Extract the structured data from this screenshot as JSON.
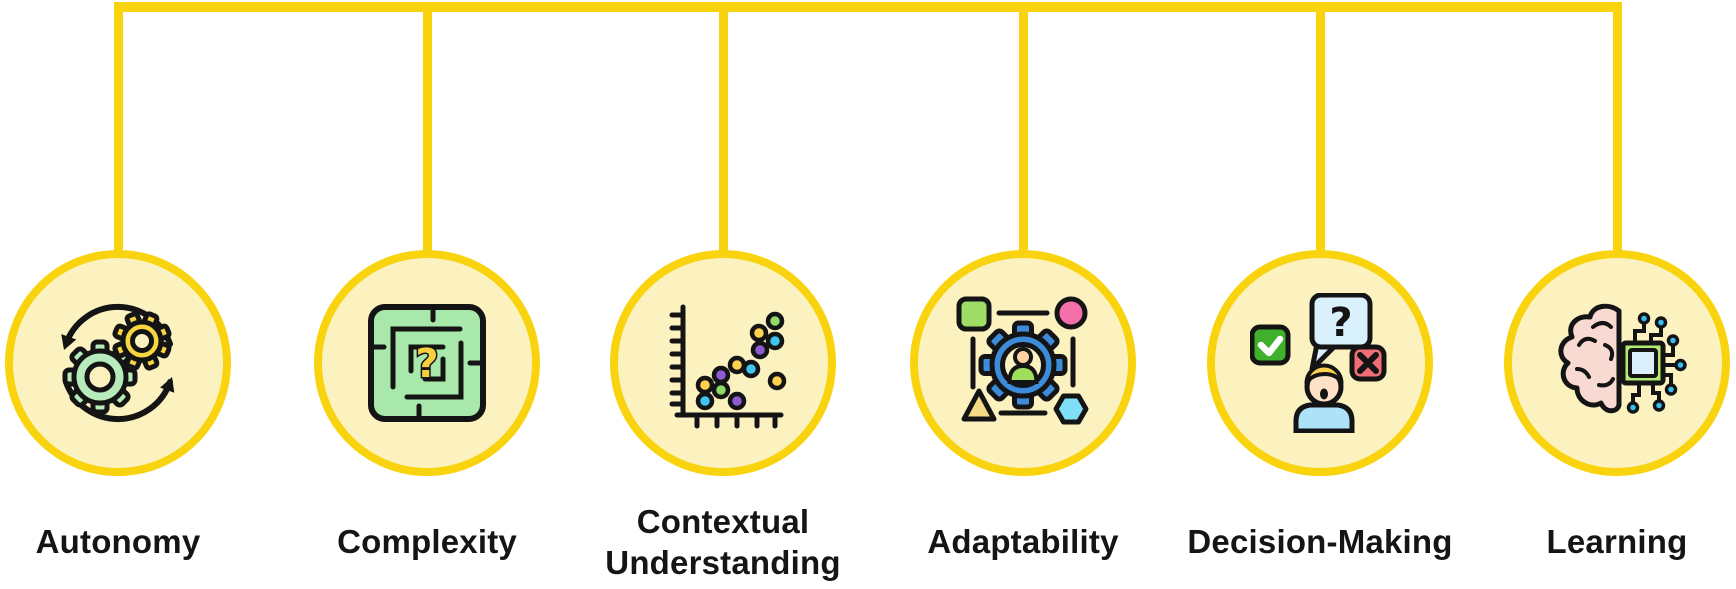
{
  "nodes": [
    {
      "label": "Autonomy",
      "icon": "cycle-gears-icon"
    },
    {
      "label": "Complexity",
      "icon": "maze-question-icon"
    },
    {
      "label": "Contextual Understanding",
      "icon": "scatter-plot-icon"
    },
    {
      "label": "Adaptability",
      "icon": "gear-user-shapes-icon"
    },
    {
      "label": "Decision-Making",
      "icon": "person-decision-icon"
    },
    {
      "label": "Learning",
      "icon": "brain-chip-icon"
    }
  ],
  "palette": {
    "background": "#FFFFFF",
    "connector_yellow": "#F8D30E",
    "node_fill": "#FBF2C0",
    "node_border": "#F8D30E",
    "label_color": "#151515",
    "icon_outline": "#141414",
    "gear_green": "#B7EBBB",
    "gear_yellow": "#F7D63F",
    "maze_green": "#A9E8AB",
    "question_yellow": "#F7CE3E",
    "gear_blue": "#3D8CD9",
    "shape_pink": "#F470AB",
    "shape_cyan": "#7FDFF7",
    "shape_square_green": "#9EDC66",
    "shape_triangle_yellow": "#F3DA86",
    "check_green": "#3FB02B",
    "cross_red": "#F26E77",
    "bubble_blue": "#D9F0FD",
    "skin": "#FFE1C8",
    "hair_blond": "#FFD251",
    "shirt_blue": "#AEE2F8",
    "brain_pink": "#F9DAD3",
    "chip_green": "#B5EA77",
    "chip_screen_blue": "#DBF0FC",
    "dot_purple": "#8F5BD1",
    "dot_cyan": "#3EC6F0",
    "dot_green": "#8FD968",
    "dot_yellow": "#FFD34D"
  }
}
